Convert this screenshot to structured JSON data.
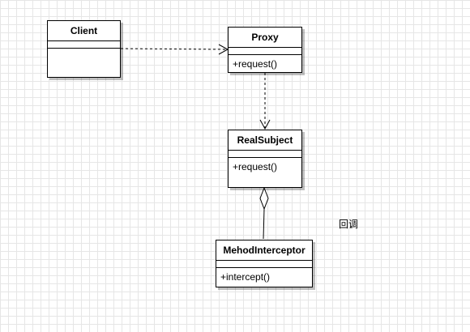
{
  "classes": {
    "client": {
      "name": "Client",
      "operations": []
    },
    "proxy": {
      "name": "Proxy",
      "operations": [
        "+request()"
      ]
    },
    "real_subject": {
      "name": "RealSubject",
      "operations": [
        "+request()"
      ]
    },
    "interceptor": {
      "name": "MehodInterceptor",
      "operations": [
        "+intercept()"
      ]
    }
  },
  "notes": {
    "callback": "回调"
  },
  "relations": [
    {
      "from": "Client",
      "to": "Proxy",
      "type": "dependency"
    },
    {
      "from": "Proxy",
      "to": "RealSubject",
      "type": "dependency"
    },
    {
      "from": "RealSubject",
      "to": "MehodInterceptor",
      "type": "aggregation"
    }
  ]
}
